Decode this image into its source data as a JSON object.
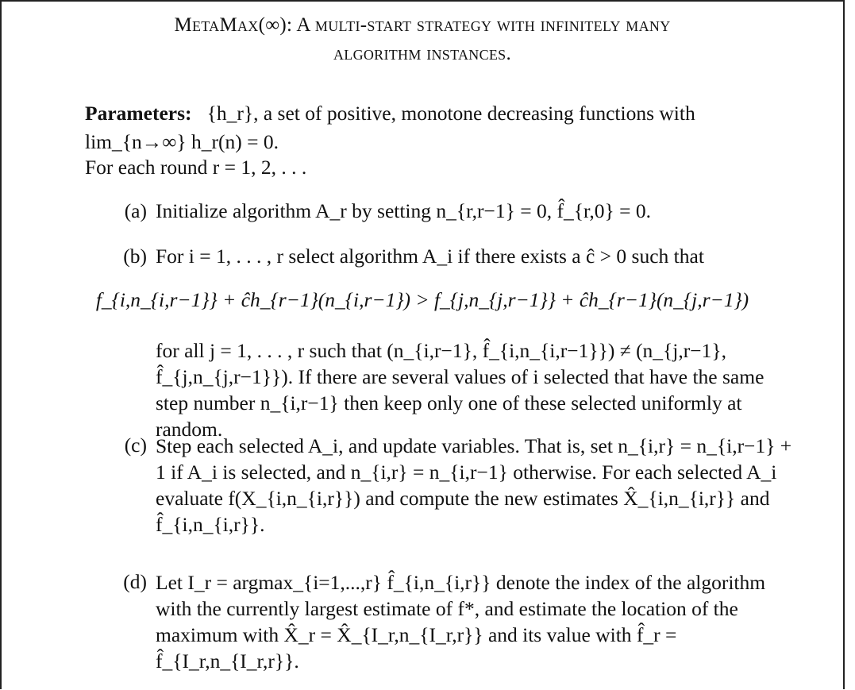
{
  "title": {
    "line1": "MetaMax(∞): A multi-start strategy with infinitely many",
    "line2": "algorithm instances."
  },
  "parameters": {
    "label": "Parameters:",
    "text": "{h_r}, a set of positive, monotone decreasing functions with",
    "limit": "lim_{n→∞} h_r(n) = 0.",
    "round": "For each round r = 1, 2, . . ."
  },
  "steps": [
    {
      "label": "(a)",
      "text": "Initialize algorithm A_r by setting n_{r,r−1} = 0, f̂_{r,0} = 0."
    },
    {
      "label": "(b)",
      "text": "For i = 1, . . . , r select algorithm A_i if there exists a ĉ > 0 such that"
    },
    {
      "label": "",
      "text": "f_{i,n_{i,r−1}} + ĉh_{r−1}(n_{i,r−1}) > f_{j,n_{j,r−1}} + ĉh_{r−1}(n_{j,r−1})"
    },
    {
      "label": "",
      "text": "for all j = 1, . . . , r such that (n_{i,r−1}, f̂_{i,n_{i,r−1}}) ≠ (n_{j,r−1}, f̂_{j,n_{j,r−1}}). If there are several values of i selected that have the same step number n_{i,r−1} then keep only one of these selected uniformly at random."
    },
    {
      "label": "(c)",
      "text": "Step each selected A_i, and update variables. That is, set n_{i,r} = n_{i,r−1} + 1 if A_i is selected, and n_{i,r} = n_{i,r−1} otherwise. For each selected A_i evaluate f(X_{i,n_{i,r}}) and compute the new estimates X̂_{i,n_{i,r}} and f̂_{i,n_{i,r}}."
    },
    {
      "label": "(d)",
      "text": "Let I_r = argmax_{i=1,...,r} f̂_{i,n_{i,r}} denote the index of the algorithm with the currently largest estimate of f*, and estimate the location of the maximum with X̂_r = X̂_{I_r,n_{I_r,r}} and its value with f̂_r = f̂_{I_r,n_{I_r,r}}."
    }
  ]
}
